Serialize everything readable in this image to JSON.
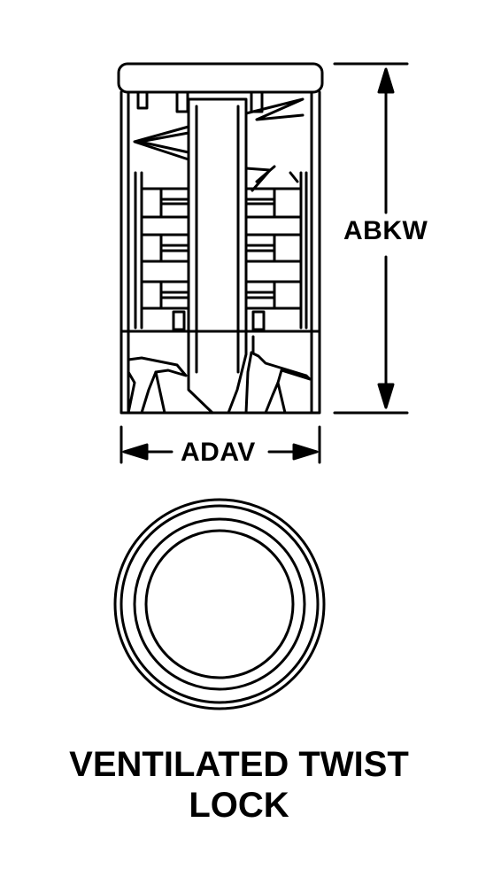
{
  "dimensions": {
    "height_label": "ABKW",
    "width_label": "ADAV"
  },
  "caption": {
    "line1": "VENTILATED TWIST",
    "line2": "LOCK"
  }
}
